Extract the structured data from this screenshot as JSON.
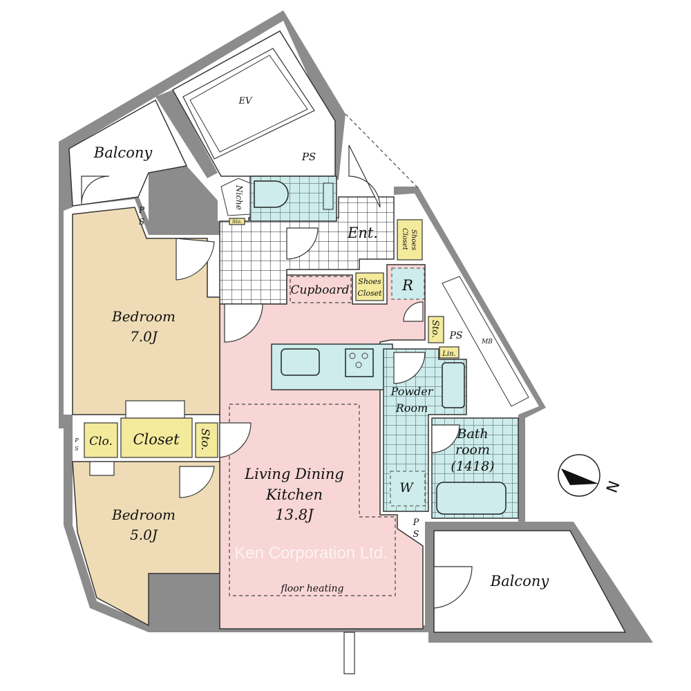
{
  "watermark": "Ken Corporation Ltd.",
  "colors": {
    "bedroom": "#efdcb6",
    "ldk": "#f8d6d6",
    "wet": "#cdeceb",
    "storage": "#f3ea9c",
    "wall": "#8c8c8c"
  },
  "rooms": {
    "balcony_top": "Balcony",
    "ev": "EV",
    "ps_top": "PS",
    "niche": "Niche",
    "sto_small": "Sto.",
    "entrance": "Ent.",
    "shoes_closet_1": [
      "Shoes",
      "Closet"
    ],
    "shoes_closet_2": [
      "Shoes",
      "Closet"
    ],
    "cupboard": "Cupboard",
    "refrigerator": "R",
    "sto_kitchen": "Sto.",
    "ps_right": "PS",
    "mb": "MB",
    "linen": "Lin.",
    "powder_room": [
      "Powder",
      "Room"
    ],
    "bathroom": [
      "Bath",
      "room",
      "(1418)"
    ],
    "washer": "W",
    "ps_bath": [
      "P",
      "S"
    ],
    "balcony_right": "Balcony",
    "bedroom1": [
      "Bedroom",
      "7.0J"
    ],
    "ps_bedroom_top": [
      "P",
      "S"
    ],
    "closet_small": "Clo.",
    "closet": "Closet",
    "sto_bedroom": "Sto.",
    "ps_left": [
      "P",
      "S"
    ],
    "bedroom2": [
      "Bedroom",
      "5.0J"
    ],
    "ldk": [
      "Living Dining",
      "Kitchen",
      "13.8J"
    ],
    "floor_heating": "floor heating"
  },
  "compass": {
    "label": "N"
  }
}
